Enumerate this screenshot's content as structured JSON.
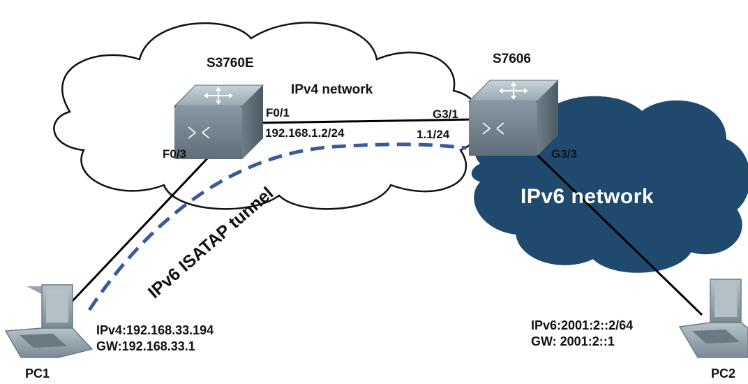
{
  "networks": {
    "ipv4": {
      "label": "IPv4 network"
    },
    "ipv6": {
      "label": "IPv6 network"
    }
  },
  "switches": {
    "s3760e": {
      "name": "S3760E",
      "port_uplink": "F0/1",
      "ip": "192.168.1.2/24",
      "port_pc": "F0/3"
    },
    "s7606": {
      "name": "S7606",
      "port_uplink": "G3/1",
      "ip": "1.1/24",
      "port_pc": "G3/3"
    }
  },
  "tunnel": {
    "label": "IPv6 ISATAP tunnel"
  },
  "pcs": {
    "pc1": {
      "name": "PC1",
      "line1": "IPv4:192.168.33.194",
      "line2": "GW:192.168.33.1"
    },
    "pc2": {
      "name": "PC2",
      "line1": "IPv6:2001:2::2/64",
      "line2": "GW: 2001:2::1"
    }
  },
  "colors": {
    "cloud_ipv4_fill": "#ffffff",
    "cloud_ipv6_fill": "#1f4a6e",
    "tunnel": "#3a5a99",
    "link": "#000000",
    "device": "#7e8e98"
  },
  "icons": {
    "switch": "layer3-switch-icon",
    "pc": "laptop-icon"
  }
}
